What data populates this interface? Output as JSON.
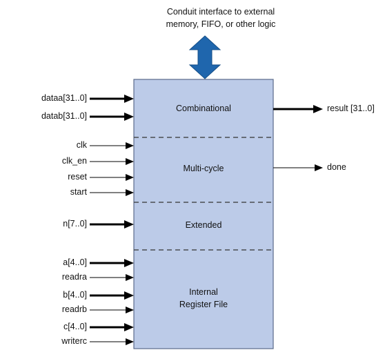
{
  "caption": {
    "line1": "Conduit interface to external",
    "line2": "memory, FIFO, or other logic"
  },
  "sections": {
    "combinational": "Combinational",
    "multicycle": "Multi-cycle",
    "extended": "Extended",
    "register_file_line1": "Internal",
    "register_file_line2": "Register File"
  },
  "inputs": {
    "dataa": "dataa[31..0]",
    "datab": "datab[31..0]",
    "clk": "clk",
    "clk_en": "clk_en",
    "reset": "reset",
    "start": "start",
    "n": "n[7..0]",
    "a": "a[4..0]",
    "readra": "readra",
    "b": "b[4..0]",
    "readrb": "readrb",
    "c": "c[4..0]",
    "writerc": "writerc"
  },
  "outputs": {
    "result": "result [31..0]",
    "done": "done"
  },
  "colors": {
    "block_fill": "#bccbe8",
    "block_border": "#5a6a8a",
    "conduit_arrow": "#1f66ad",
    "line": "#000000"
  }
}
